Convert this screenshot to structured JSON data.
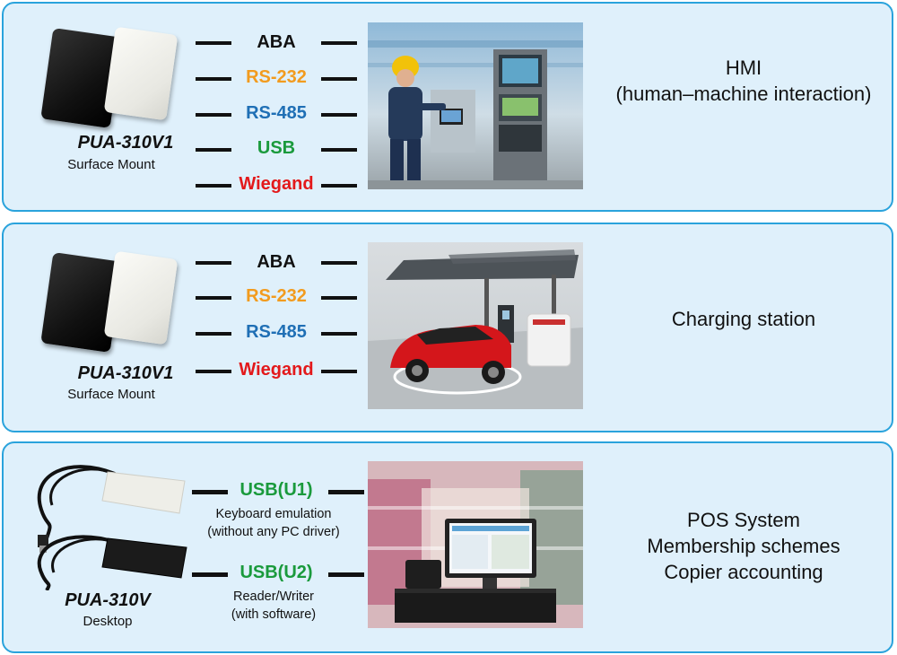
{
  "colors": {
    "panel_bg": "#dff0fb",
    "panel_border": "#2aa3dc",
    "aba": "#111111",
    "rs232": "#f29b1e",
    "rs485": "#1f6fb5",
    "usb": "#1a9a3c",
    "wiegand": "#e3191b"
  },
  "rows": [
    {
      "model": "PUA-310V1",
      "mount": "Surface Mount",
      "protocols": [
        "ABA",
        "RS-232",
        "RS-485",
        "USB",
        "Wiegand"
      ],
      "application": [
        "HMI",
        "(human–machine interaction)"
      ]
    },
    {
      "model": "PUA-310V1",
      "mount": "Surface Mount",
      "protocols": [
        "ABA",
        "RS-232",
        "RS-485",
        "Wiegand"
      ],
      "application": [
        "Charging station"
      ]
    },
    {
      "model": "PUA-310V",
      "mount": "Desktop",
      "interfaces": [
        {
          "label": "USB(U1)",
          "note_1": "Keyboard emulation",
          "note_2": "(without any PC driver)"
        },
        {
          "label": "USB(U2)",
          "note_1": "Reader/Writer",
          "note_2": "(with software)"
        }
      ],
      "application": [
        "POS System",
        "Membership schemes",
        "Copier accounting"
      ]
    }
  ]
}
